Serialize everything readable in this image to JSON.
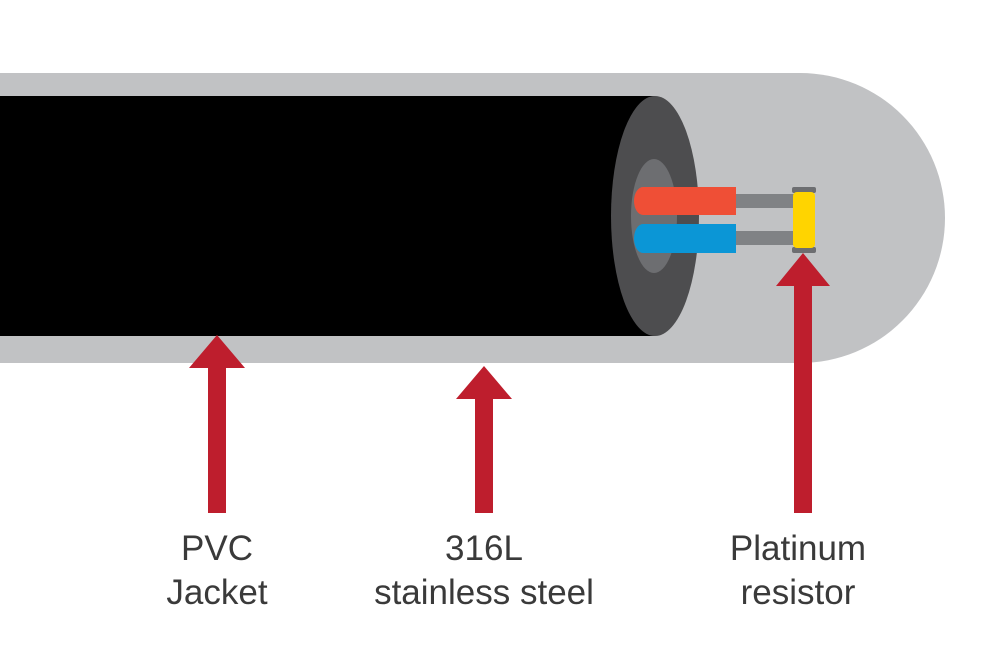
{
  "colors": {
    "sheath": "#c1c2c4",
    "jacket": "#000000",
    "jacket_end": "#4d4d4f",
    "core": "#6d6e71",
    "wire_red": "#ef4f36",
    "wire_blue": "#0b96d6",
    "lead": "#808285",
    "resistor": "#ffd400",
    "arrow": "#be1e2d",
    "label_text": "#3a3a3a"
  },
  "labels": {
    "pvc": {
      "line1": "PVC",
      "line2": "Jacket"
    },
    "steel": {
      "line1": "316L",
      "line2": "stainless steel"
    },
    "resistor": {
      "line1": "Platinum",
      "line2": "resistor"
    }
  }
}
